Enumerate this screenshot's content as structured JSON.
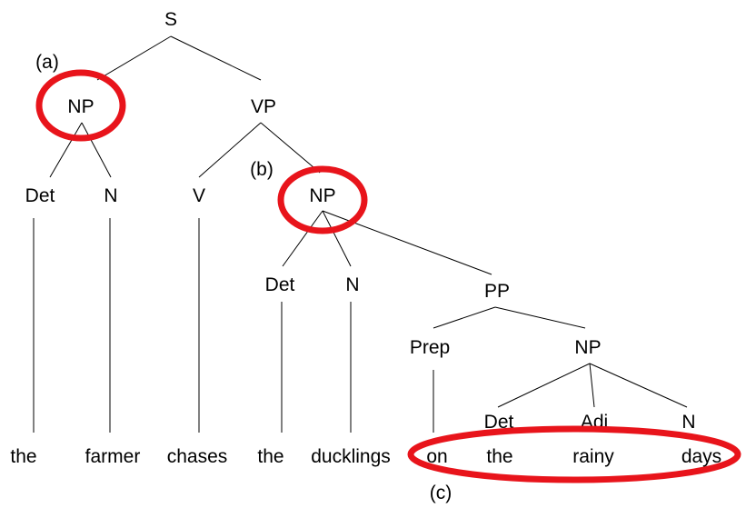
{
  "tree": {
    "S": "S",
    "np_subject": "NP",
    "vp": "VP",
    "det_1": "Det",
    "n_1": "N",
    "v": "V",
    "np_object": "NP",
    "det_2": "Det",
    "n_2": "N",
    "pp": "PP",
    "prep": "Prep",
    "np_pp": "NP",
    "det_3": "Det",
    "adj": "Adj",
    "n_3": "N"
  },
  "words": [
    "the",
    "farmer",
    "chases",
    "the",
    "ducklings",
    "on",
    "the",
    "rainy",
    "days"
  ],
  "annotations": {
    "a": "(a)",
    "b": "(b)",
    "c": "(c)"
  },
  "colors": {
    "highlight": "#e8141b",
    "line": "#000000"
  }
}
